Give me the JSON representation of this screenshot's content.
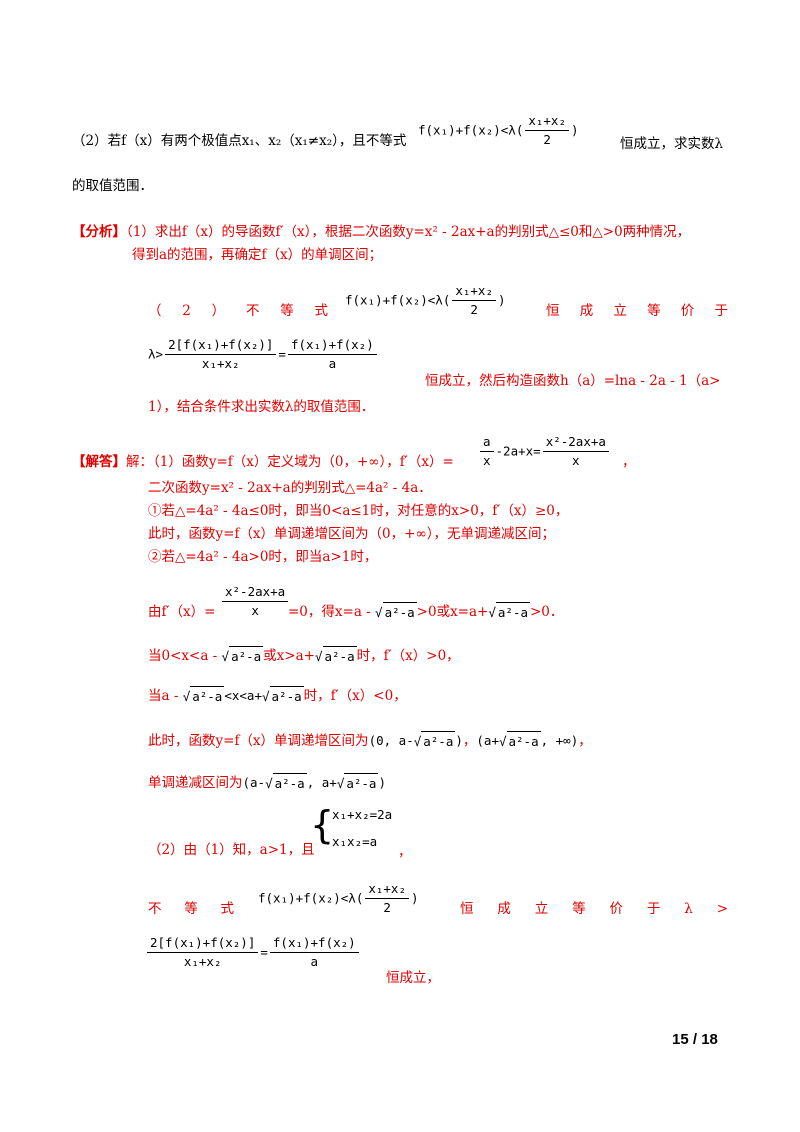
{
  "q2": {
    "intro": "（2）若f（x）有两个极值点x₁、x₂（x₁≠x₂），且不等式",
    "ineq": "f(x₁)+f(x₂)<λ(",
    "sum": "x₁+x₂",
    "two": "2",
    "close": ")",
    "tail": "恒成立，求实数λ",
    "line2": "的取值范围．"
  },
  "analysis": {
    "label": "【分析】",
    "p1": "（1）求出f（x）的导函数f′（x），根据二次函数y=x² - 2ax+a的判别式△≤0和△>0两种情况，",
    "p2": "得到a的范围，再确定f（x）的单调区间；",
    "p3_words": [
      "（",
      "2",
      "）",
      "不",
      "等",
      "式"
    ],
    "p3_words2": [
      "恒",
      "成",
      "立",
      "等",
      "价",
      "于"
    ],
    "lambda_gt": "λ>",
    "num_left": "2[f(x₁)+f(x₂)]",
    "den_left": "x₁+x₂",
    "eq": "=",
    "num_right": "f(x₁)+f(x₂)",
    "den_right": "a",
    "p4_tail": "恒成立，然后构造函数h（a）=lna - 2a - 1（a>",
    "p5": "1），结合条件求出实数λ的取值范围．"
  },
  "solution": {
    "label": "【解答】",
    "s1": "解：（1）函数y=f（x）定义域为（0，+∞），f′（x）=",
    "s1_frac1_num": "a",
    "s1_frac1_den": "x",
    "s1_mid": "-2a+x=",
    "s1_frac2_num": "x²-2ax+a",
    "s1_frac2_den": "x",
    "s1_end": "，",
    "s2": "二次函数y=x² - 2ax+a的判别式△=4a² - 4a．",
    "s3": "①若△=4a² - 4a≤0时，即当0<a≤1时，对任意的x>0，f′（x）≥0，",
    "s4": "此时，函数y=f（x）单调递增区间为（0，+∞），无单调递减区间；",
    "s5": "②若△=4a² - 4a>0时，即当a>1时，",
    "s6_a": "由f′（x）=",
    "s6_num": "x²-2ax+a",
    "s6_den": "x",
    "s6_b": "=0，得x=a - ",
    "s6_rad": "a²-a",
    "s6_c": ">0或x=a+",
    "s6_d": ">0．",
    "s7_a": "当0<x<a - ",
    "s7_b": "或x>a+",
    "s7_c": "时，f′（x）>0，",
    "s8_a": "当a - ",
    "s8_b": "<x<a+",
    "s8_c": "时，f′（x）<0，",
    "s9_a": "此时，函数y=f（x）单调递增区间为",
    "s9_int1": "(0, a-",
    "s9_int1_end": ")",
    "s9_sep": "，",
    "s9_int2": "(a+",
    "s9_int2_end": ", +∞)",
    "s9_end": "，",
    "s10_a": "单调递减区间为",
    "s10_int_a": "(a-",
    "s10_int_b": ", a+",
    "s10_int_c": ")",
    "s11": "（2）由（1）知，a>1，且",
    "sys1": "x₁+x₂=2a",
    "sys2": "x₁x₂=a",
    "s11_end": "，",
    "s12_words": [
      "不",
      "等",
      "式"
    ],
    "s12_words2": [
      "恒",
      "成",
      "立",
      "等",
      "价",
      "于",
      "λ",
      ">"
    ],
    "s13_tail": "恒成立，"
  },
  "page": {
    "current": "15",
    "sep": "/",
    "total": "18"
  }
}
